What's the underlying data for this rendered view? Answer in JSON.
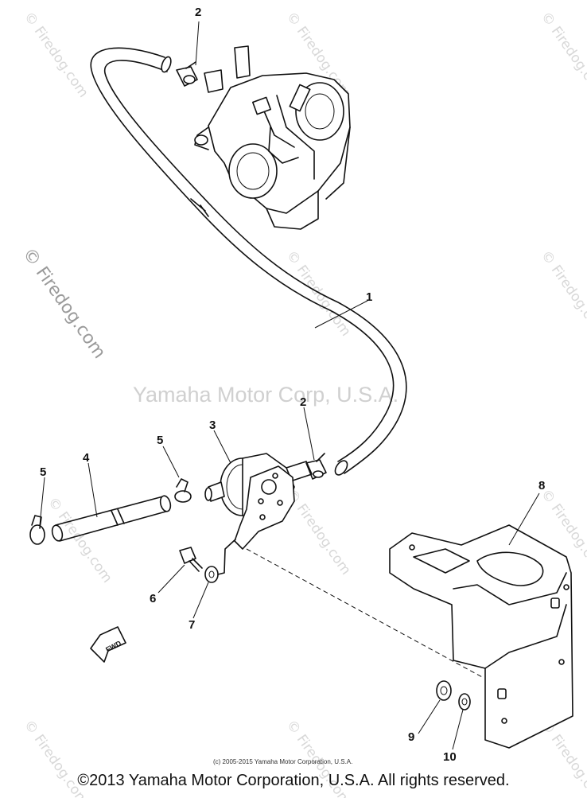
{
  "watermark": {
    "site": "© Firedog.com",
    "center": "Yamaha Motor Corp, U.S.A."
  },
  "callouts": {
    "c1": "1",
    "c2_top": "2",
    "c2_mid": "2",
    "c3": "3",
    "c4": "4",
    "c5_left": "5",
    "c5_mid": "5",
    "c6": "6",
    "c7": "7",
    "c8": "8",
    "c9": "9",
    "c10": "10"
  },
  "fwd_label": "FWD",
  "small_copyright": "(c) 2005-2015 Yamaha Motor Corporation, U.S.A.",
  "copyright": "©2013 Yamaha Motor Corporation, U.S.A. All rights reserved."
}
